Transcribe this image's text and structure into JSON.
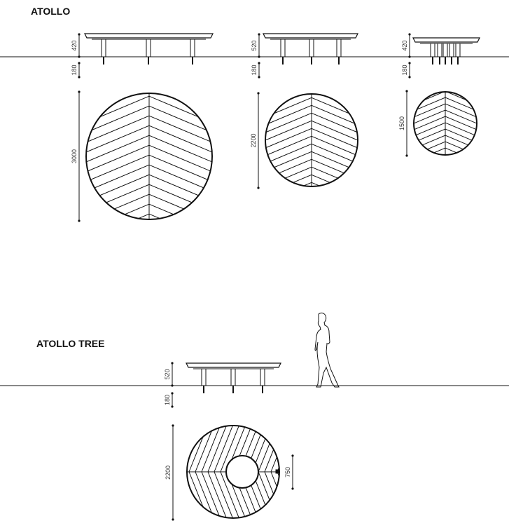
{
  "sections": [
    {
      "title": "ATOLLO",
      "elevations": [
        {
          "height": "420",
          "base": "180"
        },
        {
          "height": "520",
          "base": "180"
        },
        {
          "height": "420",
          "base": "180"
        }
      ],
      "plans": [
        {
          "diameter": "3000"
        },
        {
          "diameter": "2200"
        },
        {
          "diameter": "1500"
        }
      ]
    },
    {
      "title": "ATOLLO TREE",
      "elevation": {
        "height": "520",
        "base": "180"
      },
      "plan": {
        "diameter": "2200",
        "hole": "750"
      }
    }
  ],
  "colors": {
    "line": "#111111",
    "background": "#ffffff"
  }
}
